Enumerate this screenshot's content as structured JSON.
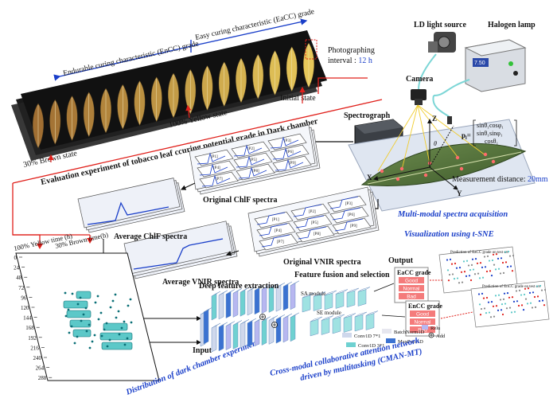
{
  "top": {
    "encc_grade": "Endurable curing characteristic (EnCC) grade",
    "eacc_grade": "Easy curing characteristic (EaCC) grade",
    "photo_label": "Photographing",
    "photo_interval_label": "interval : ",
    "photo_interval_value": "12 h",
    "initial_state": "Initial state",
    "yellow_state": "100% Yellow state",
    "brown_state": "30% Brown state",
    "evaluation_title": "Evaluation experiment of tobacco leaf ccuring potential grade  in Dark chamber"
  },
  "hardware": {
    "ld_light": "LD light source",
    "halogen": "Halogen lamp",
    "camera": "Camera",
    "spectrograph": "Spectrograph",
    "lamp_readout": "7.50",
    "formula_p": "p",
    "formula_l": "l",
    "formula_l1": "sinθ₁cosφ₁",
    "formula_l2": "sinθ₁sinφ₁",
    "formula_l3": "cosθ₁",
    "axis_x": "X",
    "axis_y": "Y",
    "axis_z": "Z",
    "theta": "θ",
    "measurement_label": "Measurement distance: ",
    "measurement_value": "20mm",
    "multimodal_title": "Multi-modal spectra acquisition"
  },
  "spectra": {
    "original_chlf": "Original ChlF spectra",
    "average_chlf": "Average ChlF spectra",
    "original_vnir": "Original VNIR spectra",
    "average_vnir": "Average VNIR spectra",
    "p_labels": [
      "[P1]",
      "[P2]",
      "[P3]",
      "[P4]",
      "[P5]",
      "[P6]",
      "[P7]",
      "[P8]",
      "[P9]"
    ]
  },
  "distribution": {
    "col1": "100% Yellow time (h)",
    "col2": "30% Brown time(h)",
    "ticks": [
      "0",
      "24",
      "48",
      "72",
      "96",
      "120",
      "144",
      "168",
      "192",
      "216",
      "240",
      "264",
      "288"
    ],
    "title": "Distribution of dark chamber experiment"
  },
  "network": {
    "deep_feature": "Deep feature extraction",
    "fusion": "Feature fusion and selection",
    "input": "Input",
    "output": "Output",
    "sa_module": "SA module",
    "se_module": "SE module",
    "eacc": "EaCC grade",
    "encc": "EnCC grade",
    "good": "Good",
    "normal": "Normal",
    "bad": "Bad",
    "legend_conv7": "Conv1D 7*1",
    "legend_bn": "BatchNorm1D",
    "legend_relu": "Relu",
    "legend_conv3": "Conv1D 3*1",
    "legend_pool": "MaxPool1D",
    "legend_add": "Add",
    "title_line1": "Cross-modal collaborative attention network",
    "title_line2": "driven by multitasking (CMAN-MT)"
  },
  "tsne": {
    "title": "Visualization using t-SNE",
    "plot1_title": "Prediction of EaCC grade on test set",
    "plot2_title": "Prediction of EnCC grade on test set"
  },
  "colors": {
    "accent_blue": "#1a3fc9",
    "red": "#e0201b",
    "teal": "#5cc8c8",
    "leaf_yellow": "#c8a84a"
  }
}
